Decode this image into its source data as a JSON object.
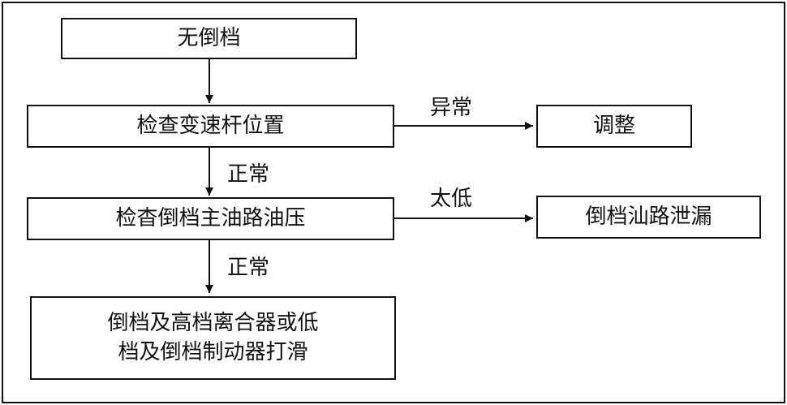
{
  "nodes": {
    "no_reverse": "无倒档",
    "check_lever": "检查变速杆位置",
    "adjust": "调整",
    "check_pressure": "检杳倒档主油路油压",
    "leak": "倒档汕路泄漏",
    "slip_line1": "倒档及高档离合器或低",
    "slip_line2": "档及倒档制动器打滑"
  },
  "edges": {
    "abnormal": "异常",
    "normal_1": "正常",
    "too_low": "太低",
    "normal_2": "正常"
  }
}
